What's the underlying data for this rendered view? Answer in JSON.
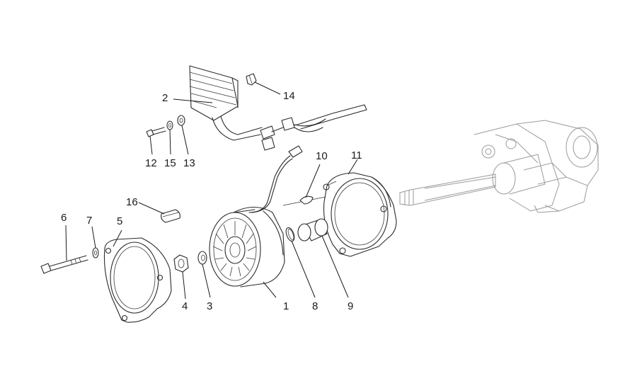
{
  "parts": [
    {
      "id": "label-1",
      "text": "1"
    },
    {
      "id": "label-2",
      "text": "2"
    },
    {
      "id": "label-3",
      "text": "3"
    },
    {
      "id": "label-4",
      "text": "4"
    },
    {
      "id": "label-5",
      "text": "5"
    },
    {
      "id": "label-6",
      "text": "6"
    },
    {
      "id": "label-7",
      "text": "7"
    },
    {
      "id": "label-8",
      "text": "8"
    },
    {
      "id": "label-9",
      "text": "9"
    },
    {
      "id": "label-10",
      "text": "10"
    },
    {
      "id": "label-11",
      "text": "11"
    },
    {
      "id": "label-12",
      "text": "12"
    },
    {
      "id": "label-13",
      "text": "13"
    },
    {
      "id": "label-14",
      "text": "14"
    },
    {
      "id": "label-15",
      "text": "15"
    },
    {
      "id": "label-16",
      "text": "16"
    }
  ]
}
